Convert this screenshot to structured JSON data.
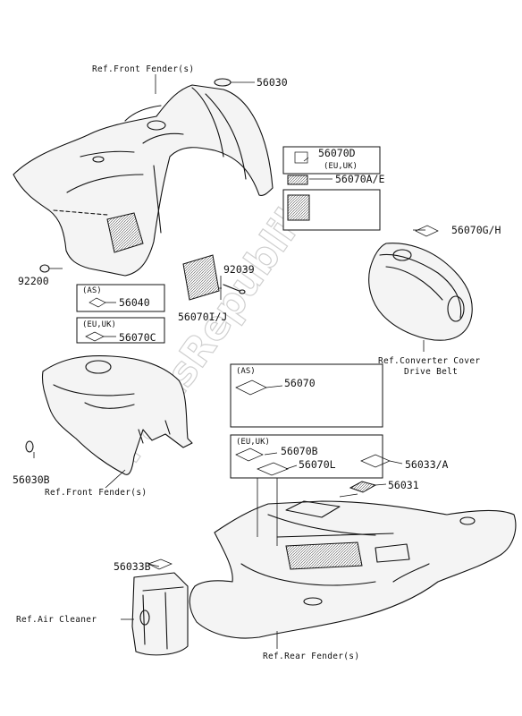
{
  "watermark": "PartsRepublik",
  "refs": {
    "front_fender_top": "Ref.Front Fender(s)",
    "converter_cover_1": "Ref.Converter Cover",
    "converter_cover_2": "Drive Belt",
    "front_fender_bottom": "Ref.Front Fender(s)",
    "air_cleaner": "Ref.Air Cleaner",
    "rear_fender": "Ref.Rear Fender(s)"
  },
  "parts": {
    "p56030": "56030",
    "p56070D": "56070D",
    "p56070D_region": "(EU,UK)",
    "p56070AE": "56070A/E",
    "p56070GH": "56070G/H",
    "p92200": "92200",
    "p92039": "92039",
    "p56070IJ": "56070I/J",
    "p56040": "56040",
    "p56040_region": "(AS)",
    "p56070C": "56070C",
    "p56070C_region": "(EU,UK)",
    "p56070": "56070",
    "p56070_region": "(AS)",
    "p56070B": "56070B",
    "p56070L": "56070L",
    "p56070BL_region": "(EU,UK)",
    "p56033A": "56033/A",
    "p56031": "56031",
    "p56030B": "56030B",
    "p56033B": "56033B"
  }
}
